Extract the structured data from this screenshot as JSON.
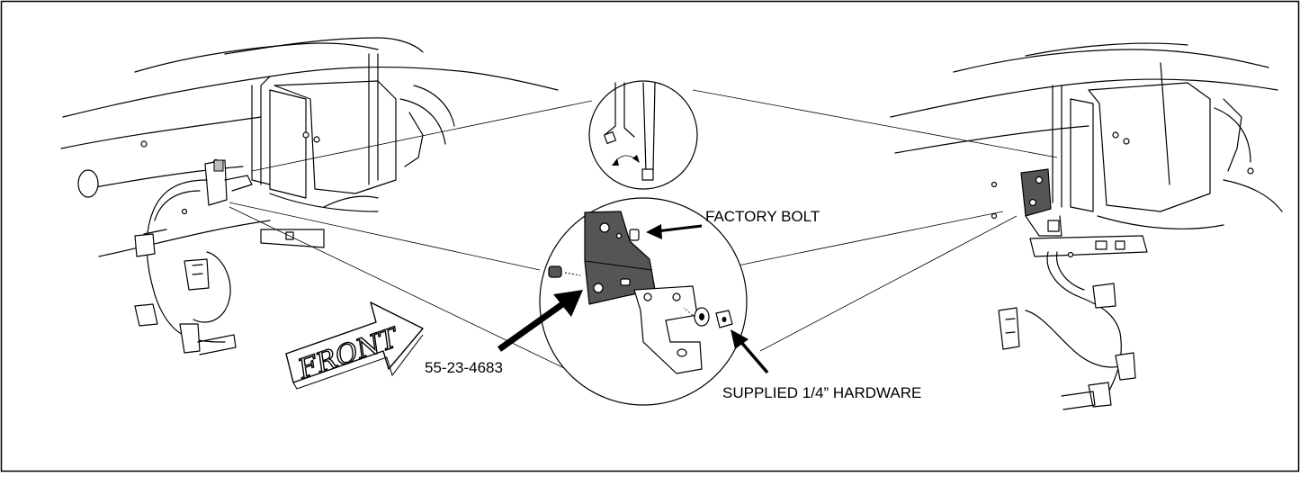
{
  "labels": {
    "factory_bolt": "FACTORY BOLT",
    "part_number": "55-23-4683",
    "supplied_hardware": "SUPPLIED 1/4” HARDWARE",
    "front_arrow": "FRONT"
  },
  "icons": {
    "front_arrow": "front-direction-arrow-icon",
    "callout_arrow": "callout-arrow-icon",
    "rotate_arrow": "rotate-double-arrow-icon"
  },
  "colors": {
    "bracket_fill": "#555555",
    "line": "#000000",
    "background": "#ffffff"
  }
}
